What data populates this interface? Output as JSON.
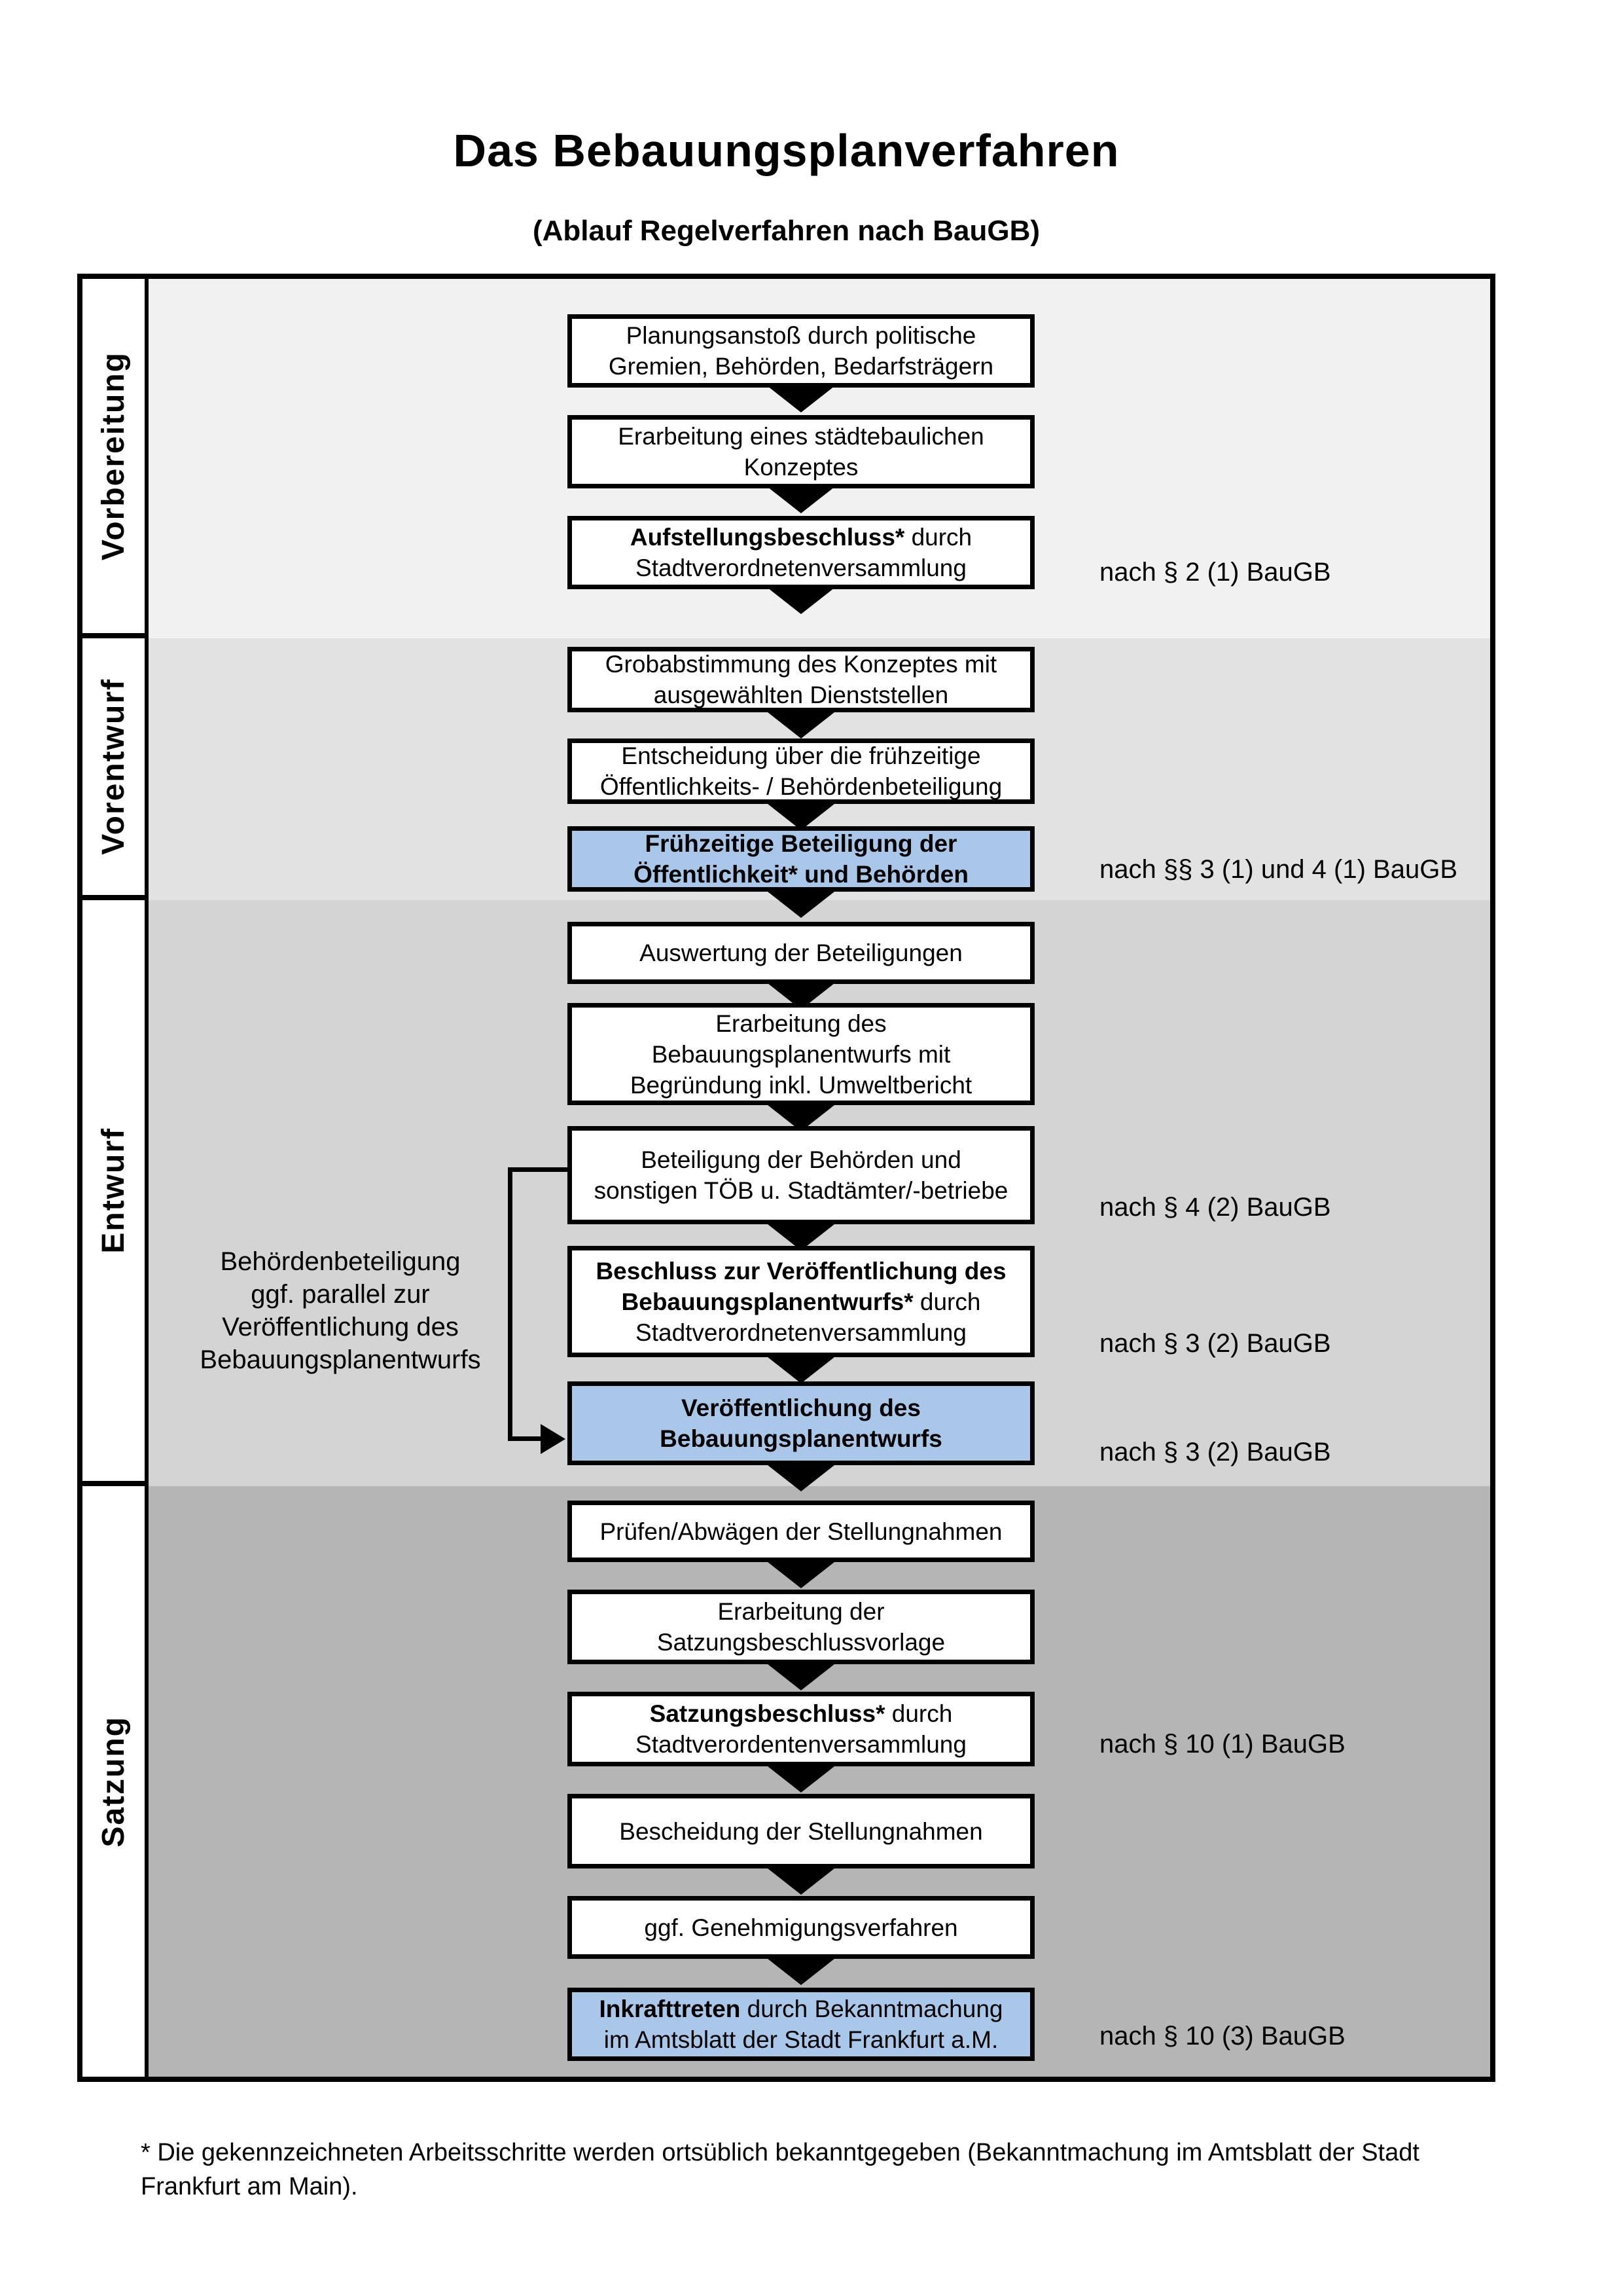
{
  "page": {
    "title": "Das Bebauungsplanverfahren",
    "subtitle": "(Ablauf Regelverfahren nach BauGB)",
    "footnote_line1": "* Die gekennzeichneten Arbeitsschritte werden ortsüblich bekanntgegeben (Bekanntmachung im Amtsblatt der Stadt",
    "footnote_line2": "Frankfurt am Main)."
  },
  "sections": [
    {
      "label": "Vorbereitung"
    },
    {
      "label": "Vorentwurf"
    },
    {
      "label": "Entwurf"
    },
    {
      "label": "Satzung"
    }
  ],
  "boxes": {
    "b1": {
      "l1": "Planungsanstoß durch politische",
      "l2": "Gremien, Behörden, Bedarfsträgern"
    },
    "b2": {
      "l1": "Erarbeitung eines städtebaulichen",
      "l2": "Konzeptes"
    },
    "b3": {
      "l1b": "Aufstellungsbeschluss*",
      "l1r": " durch",
      "l2": "Stadtverordnetenversammlung"
    },
    "b4": {
      "l1": "Grobabstimmung des Konzeptes mit",
      "l2": "ausgewählten Dienststellen"
    },
    "b5": {
      "l1": "Entscheidung über die frühzeitige",
      "l2": "Öffentlichkeits- / Behördenbeteiligung"
    },
    "b6": {
      "l1": "Frühzeitige Beteiligung der",
      "l2": "Öffentlichkeit* und Behörden"
    },
    "b7": {
      "l1": "Auswertung der Beteiligungen"
    },
    "b8": {
      "l1": "Erarbeitung des",
      "l2": "Bebauungsplanentwurfs mit",
      "l3": "Begründung inkl. Umweltbericht"
    },
    "b9": {
      "l1": "Beteiligung der Behörden und",
      "l2": "sonstigen TÖB u. Stadtämter/-betriebe"
    },
    "b10": {
      "l1b": "Beschluss zur Veröffentlichung des",
      "l2b": "Bebauungsplanentwurfs*",
      "l2r": " durch",
      "l3": "Stadtverordnetenversammlung"
    },
    "b11": {
      "l1": "Veröffentlichung des",
      "l2": "Bebauungsplanentwurfs"
    },
    "b12": {
      "l1": "Prüfen/Abwägen der Stellungnahmen"
    },
    "b13": {
      "l1": "Erarbeitung der",
      "l2": "Satzungsbeschlussvorlage"
    },
    "b14": {
      "l1b": "Satzungsbeschluss*",
      "l1r": " durch",
      "l2": "Stadtverordentenversammlung"
    },
    "b15": {
      "l1": "Bescheidung der Stellungnahmen"
    },
    "b16": {
      "l1": "ggf. Genehmigungsverfahren"
    },
    "b17": {
      "l1b": "Inkrafttreten",
      "l1r": " durch Bekanntmachung",
      "l2": "im Amtsblatt der Stadt Frankfurt a.M."
    }
  },
  "legal_refs": {
    "r1": "nach § 2 (1) BauGB",
    "r2": "nach §§ 3 (1) und 4 (1) BauGB",
    "r3": "nach § 4 (2) BauGB",
    "r4": "nach § 3 (2) BauGB",
    "r5": "nach § 3 (2) BauGB",
    "r6": "nach § 10 (1) BauGB",
    "r7": "nach § 10 (3) BauGB"
  },
  "side_note": {
    "l1": "Behördenbeteiligung",
    "l2": "ggf. parallel zur",
    "l3": "Veröffentlichung des",
    "l4": "Bebauungsplanentwurfs"
  },
  "colors": {
    "highlight_blue": "#a9c7e8",
    "section_bg": [
      "#f1f1f1",
      "#e2e2e2",
      "#d4d4d4",
      "#b5b5b5"
    ]
  }
}
